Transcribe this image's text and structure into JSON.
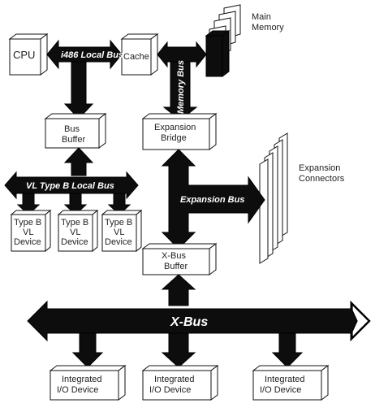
{
  "components": {
    "cpu": "CPU",
    "cache": "Cache",
    "main_memory": [
      "Main",
      "Memory"
    ],
    "bus_buffer": [
      "Bus",
      "Buffer"
    ],
    "expansion_bridge": [
      "Expansion",
      "Bridge"
    ],
    "xbus_buffer": [
      "X-Bus",
      "Buffer"
    ],
    "expansion_connectors": [
      "Expansion",
      "Connectors"
    ],
    "vl_devices": [
      [
        "Type B",
        "VL",
        "Device"
      ],
      [
        "Type B",
        "VL",
        "Device"
      ],
      [
        "Type B",
        "VL",
        "Device"
      ]
    ],
    "io_devices": [
      [
        "Integrated",
        "I/O Device"
      ],
      [
        "Integrated",
        "I/O Device"
      ],
      [
        "Integrated",
        "I/O Device"
      ]
    ]
  },
  "buses": {
    "local_bus": "i486  Local  Bus",
    "memory_bus": "Memory  Bus",
    "vl_bus": "VL  Type  B  Local  Bus",
    "expansion_bus": "Expansion  Bus",
    "x_bus": "X-Bus"
  },
  "colors": {
    "bus": "#0d0d0d",
    "box": "#ffffff",
    "outline": "#111111",
    "text": "#222222"
  }
}
